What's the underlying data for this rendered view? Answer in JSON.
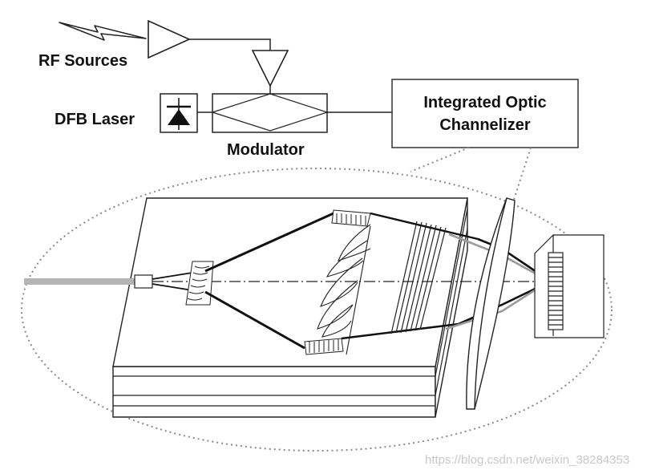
{
  "labels": {
    "rf_sources": "RF Sources",
    "dfb_laser": "DFB Laser",
    "modulator": "Modulator",
    "channelizer_line1": "Integrated Optic",
    "channelizer_line2": "Channelizer"
  },
  "watermark": "https://blog.csdn.net/weixin_38284353",
  "colors": {
    "line": "#222222",
    "gray_beam": "#9a9a9a",
    "dotted": "#8a8a8a",
    "fiber": "#b4b4b4"
  }
}
